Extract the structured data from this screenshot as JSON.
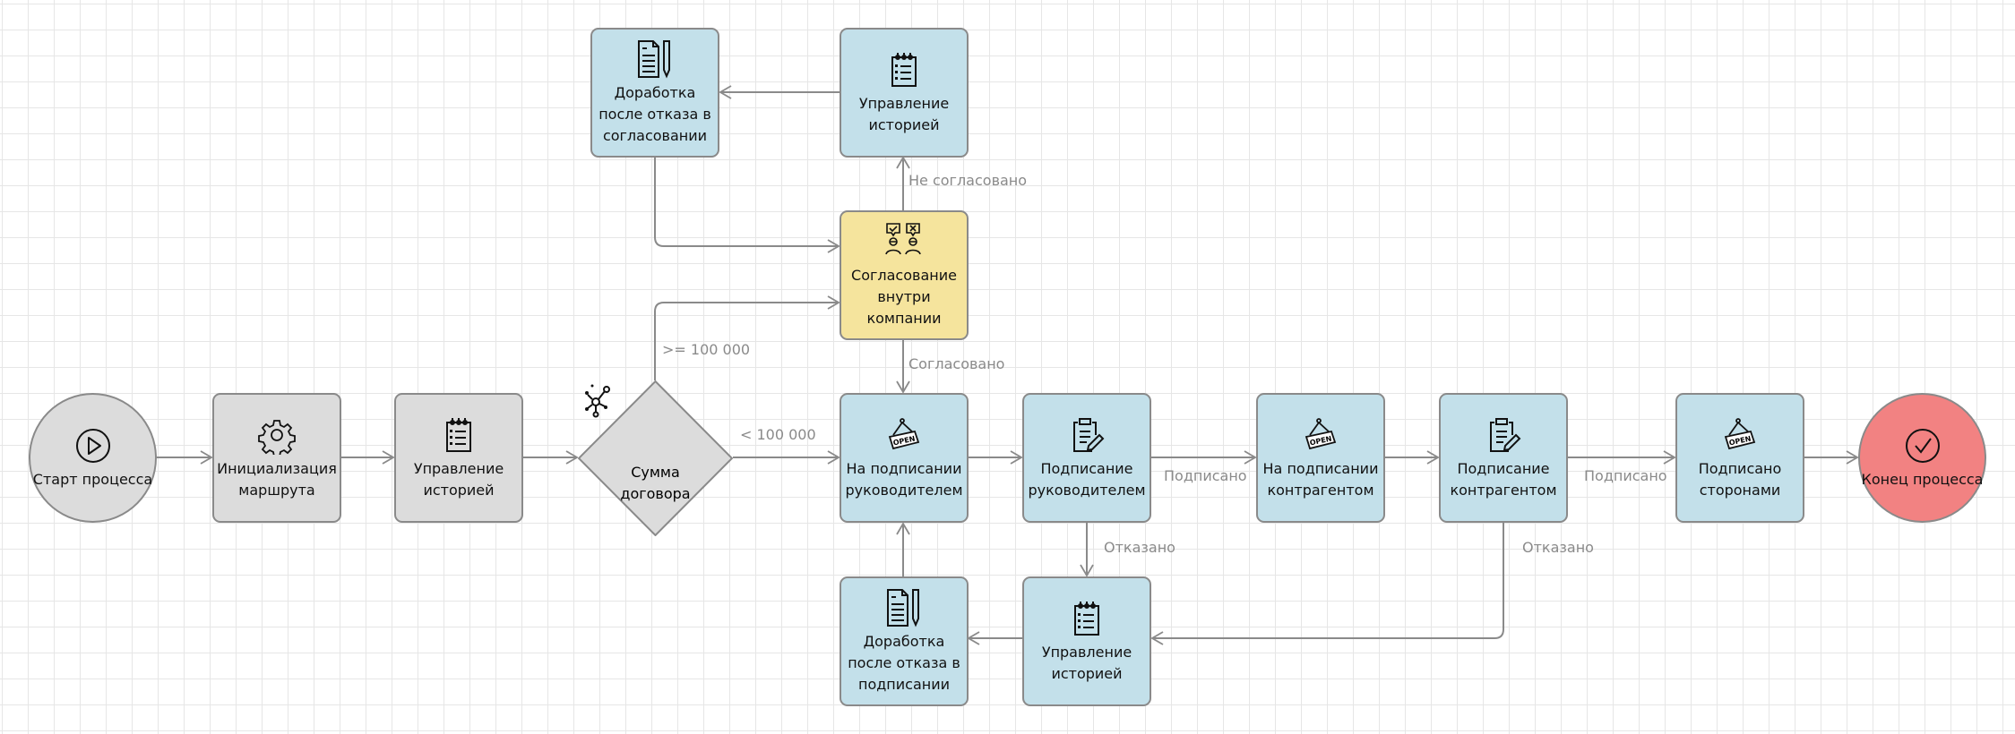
{
  "colors": {
    "task_gray": "#dcdcdc",
    "task_blue": "#c3e0ea",
    "approval_yellow": "#f5e49d",
    "end_red": "#f28282",
    "edge": "#8a8a8a",
    "grid": "#e6e6e6"
  },
  "nodes": {
    "start": {
      "lines": [
        "Старт процесса"
      ],
      "icon": "play-icon"
    },
    "init": {
      "lines": [
        "Инициализация",
        "маршрута"
      ],
      "icon": "gear-icon"
    },
    "history1": {
      "lines": [
        "Управление",
        "историей"
      ],
      "icon": "notepad-icon"
    },
    "amount": {
      "lines": [
        "Сумма",
        "договора"
      ],
      "icon": "network-icon"
    },
    "rework_approval": {
      "lines": [
        "Доработка",
        "после отказа в",
        "согласовании"
      ],
      "icon": "document-pen-icon"
    },
    "history_top": {
      "lines": [
        "Управление",
        "историей"
      ],
      "icon": "notepad-icon"
    },
    "approval": {
      "lines": [
        "Согласование",
        "внутри",
        "компании"
      ],
      "icon": "approval-icon"
    },
    "pending_head": {
      "lines": [
        "На подписании",
        "руководителем"
      ],
      "icon": "open-sign-icon"
    },
    "sign_head": {
      "lines": [
        "Подписание",
        "руководителем"
      ],
      "icon": "clipboard-pen-icon"
    },
    "pending_counter": {
      "lines": [
        "На подписании",
        "контрагентом"
      ],
      "icon": "open-sign-icon"
    },
    "sign_counter": {
      "lines": [
        "Подписание",
        "контрагентом"
      ],
      "icon": "clipboard-pen-icon"
    },
    "signed": {
      "lines": [
        "Подписано",
        "сторонами"
      ],
      "icon": "open-sign-icon"
    },
    "end": {
      "lines": [
        "Конец процесса"
      ],
      "icon": "check-icon"
    },
    "rework_sign": {
      "lines": [
        "Доработка",
        "после отказа в",
        "подписании"
      ],
      "icon": "document-pen-icon"
    },
    "history_bottom": {
      "lines": [
        "Управление",
        "историей"
      ],
      "icon": "notepad-icon"
    }
  },
  "edge_labels": {
    "not_approved": "Не согласовано",
    "ge_100k": ">= 100 000",
    "approved": "Согласовано",
    "lt_100k": "< 100 000",
    "signed_1": "Подписано",
    "refused_1": "Отказано",
    "signed_2": "Подписано",
    "refused_2": "Отказано"
  }
}
